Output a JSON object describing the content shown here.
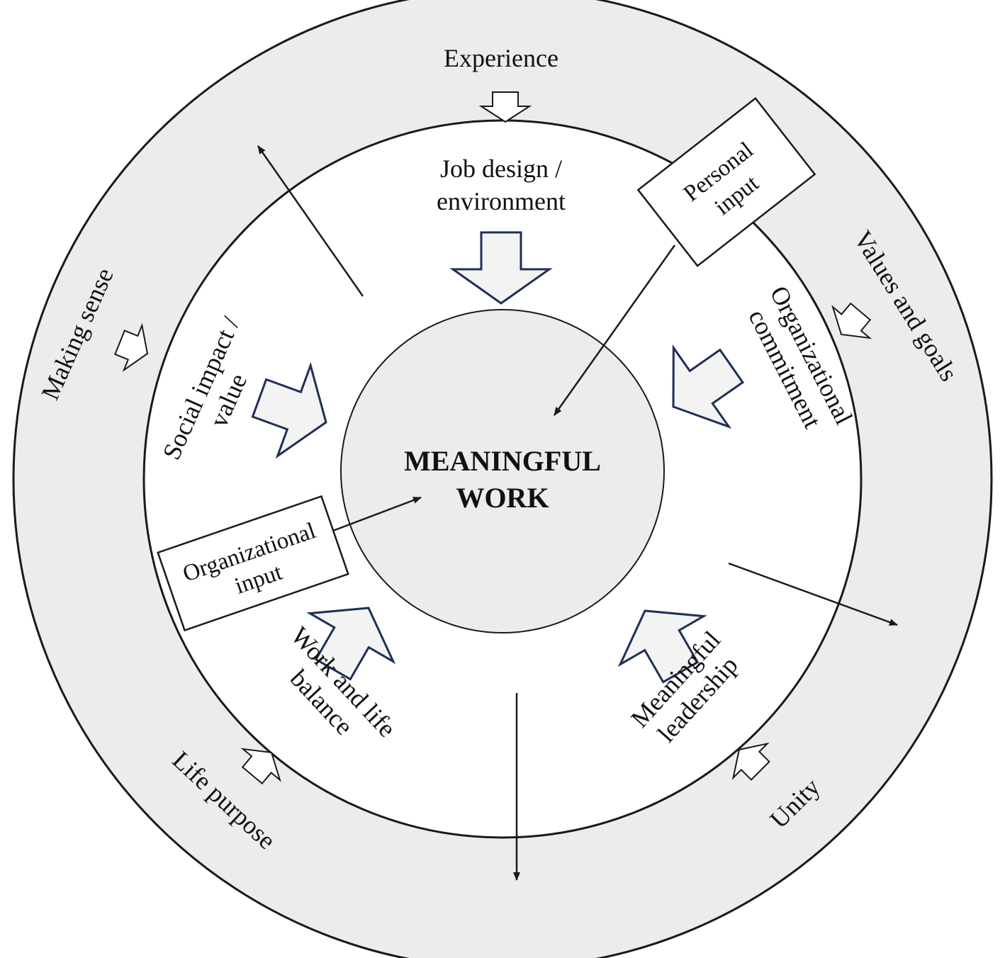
{
  "diagram": {
    "center": {
      "line1": "MEANINGFUL",
      "line2": "WORK"
    },
    "outer_ring": {
      "experience": "Experience",
      "values_and_goals": "Values and goals",
      "unity": "Unity",
      "life_purpose": "Life purpose",
      "making_sense": "Making sense"
    },
    "inner_ring": {
      "job_design": {
        "line1": "Job design /",
        "line2": "environment"
      },
      "organizational_commitment": {
        "line1": "Organizational",
        "line2": "commitment"
      },
      "meaningful_leadership": {
        "line1": "Meaningful",
        "line2": "leadership"
      },
      "work_life_balance": {
        "line1": "Work and life",
        "line2": "balance"
      },
      "social_impact": {
        "line1": "Social impact /",
        "line2": "value"
      }
    },
    "input_boxes": {
      "personal_input": {
        "line1": "Personal",
        "line2": "input"
      },
      "organizational_input": {
        "line1": "Organizational",
        "line2": "input"
      }
    },
    "colors": {
      "ring_fill": "#ececec",
      "inner_fill": "#ffffff",
      "center_fill": "#ececec",
      "outline": "#1a1a1a",
      "inner_arrow_stroke": "#1f2f55",
      "inner_arrow_fill": "#f3f3f3"
    }
  }
}
